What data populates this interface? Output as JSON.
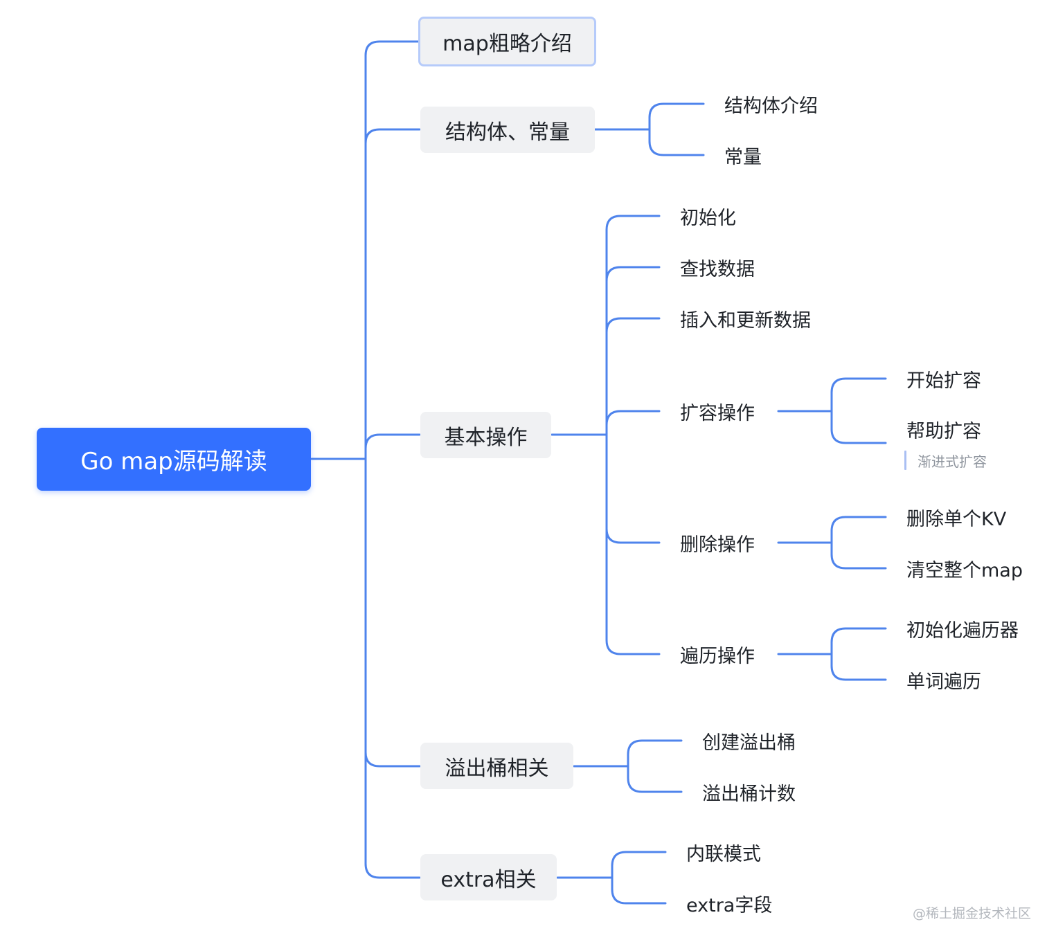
{
  "diagram": {
    "root": "Go map源码解读",
    "branches": {
      "intro": "map粗略介绍",
      "struct": "结构体、常量",
      "basic": "基本操作",
      "overflow": "溢出桶相关",
      "extra": "extra相关"
    },
    "struct_children": [
      "结构体介绍",
      "常量"
    ],
    "basic_children": {
      "init": "初始化",
      "lookup": "查找数据",
      "insert": "插入和更新数据",
      "grow": "扩容操作",
      "delete": "删除操作",
      "iterate": "遍历操作"
    },
    "grow_children": [
      "开始扩容",
      "帮助扩容"
    ],
    "grow_note": "渐进式扩容",
    "delete_children": [
      "删除单个KV",
      "清空整个map"
    ],
    "iterate_children": [
      "初始化遍历器",
      "单词遍历"
    ],
    "overflow_children": [
      "创建溢出桶",
      "溢出桶计数"
    ],
    "extra_children": [
      "内联模式",
      "extra字段"
    ]
  },
  "watermark": "@稀土掘金技术社区",
  "colors": {
    "root_fill": "#3370ff",
    "line": "#4f84ec",
    "box_fill": "#f0f1f3",
    "selected_border": "#b6cbfa"
  }
}
